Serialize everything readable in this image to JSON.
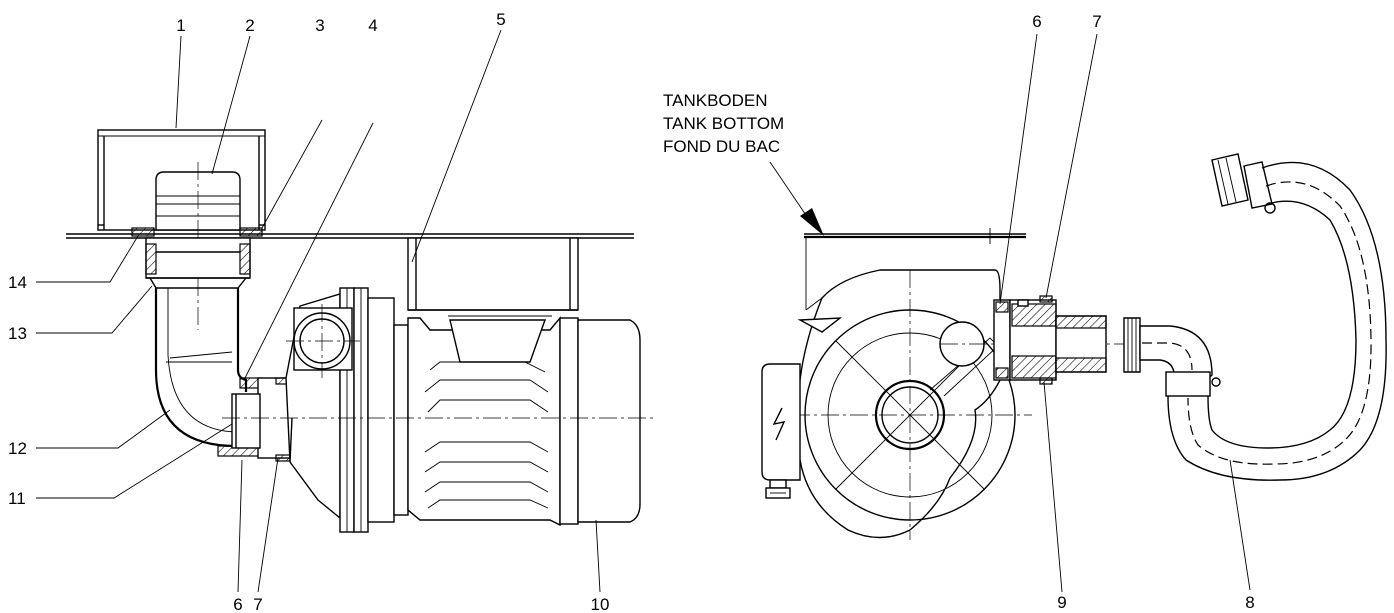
{
  "left_view": {
    "callouts": [
      "1",
      "2",
      "3",
      "4",
      "5",
      "14",
      "13",
      "12",
      "11",
      "6",
      "7",
      "10"
    ]
  },
  "right_view": {
    "tank_label": [
      "TANKBODEN",
      "TANK BOTTOM",
      "FOND DU BAC"
    ],
    "callouts": [
      "6",
      "7",
      "9",
      "8"
    ]
  },
  "icons": [
    "lightning-bolt-icon"
  ]
}
